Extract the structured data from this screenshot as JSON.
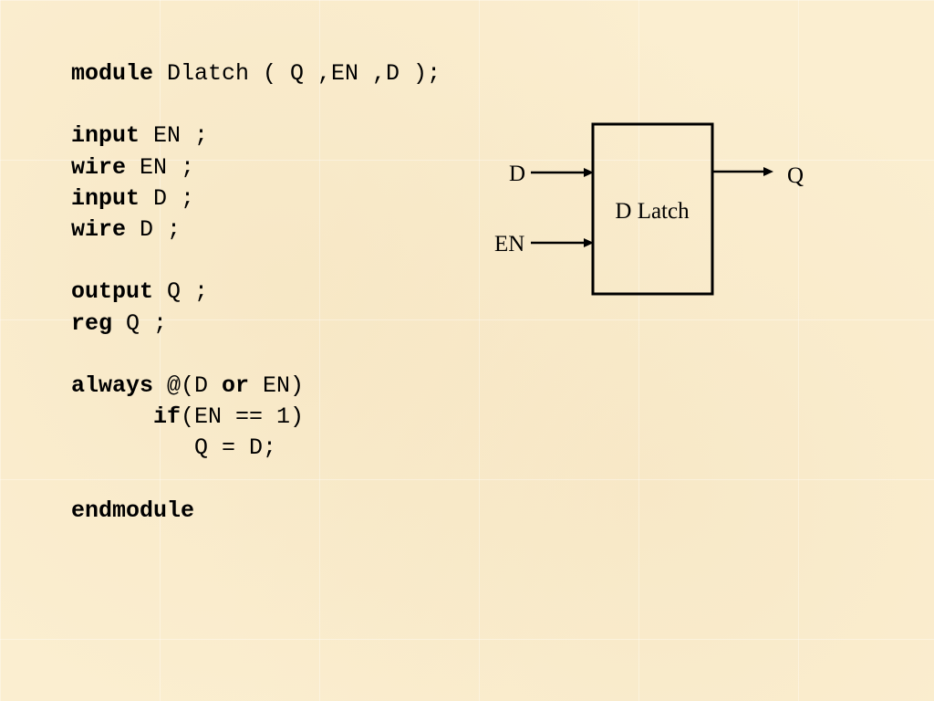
{
  "code": {
    "line_1": {
      "kw": "module",
      "rest": " Dlatch ( Q ,EN ,D );"
    },
    "line_3": {
      "kw": "input",
      "rest": " EN ;"
    },
    "line_4": {
      "kw": "wire",
      "rest": " EN ;"
    },
    "line_5": {
      "kw": "input",
      "rest": " D ;"
    },
    "line_6": {
      "kw": "wire",
      "rest": " D ;"
    },
    "line_8": {
      "kw": "output",
      "rest": " Q ;"
    },
    "line_9": {
      "kw": "reg",
      "rest": " Q ;"
    },
    "line_11": {
      "kw": "always",
      "rest_a": " @(D ",
      "kw2": "or",
      "rest_b": " EN)"
    },
    "line_12": {
      "indent": "      ",
      "kw": "if",
      "rest": "(EN == 1)"
    },
    "line_13": {
      "text": "         Q = D;"
    },
    "line_15": {
      "kw": "endmodule"
    }
  },
  "diagram": {
    "block_label": "D Latch",
    "input_d_label": "D",
    "input_en_label": "EN",
    "output_q_label": "Q"
  }
}
